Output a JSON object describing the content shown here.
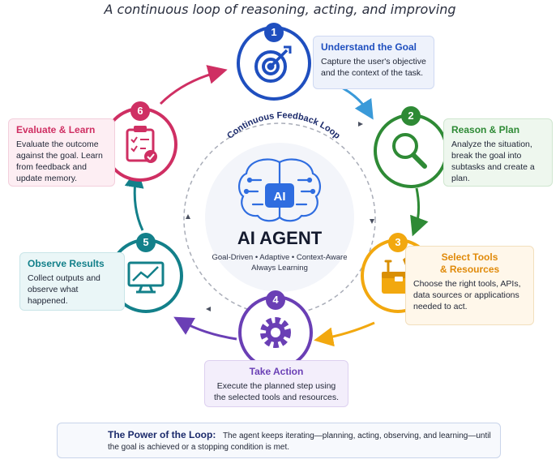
{
  "header": {
    "subtitle": "A continuous loop of reasoning, acting, and improving"
  },
  "center": {
    "loop_label": "Continuous Feedback Loop",
    "chip_text": "AI",
    "title": "AI AGENT",
    "tagline_1": "Goal-Driven • Adaptive • Context-Aware",
    "tagline_2": "Always Learning"
  },
  "steps": [
    {
      "number": "1",
      "title": "Understand the Goal",
      "description": "Capture the user's objective and the context of the task.",
      "color": "#1f4fbf",
      "icon": "target-icon"
    },
    {
      "number": "2",
      "title": "Reason & Plan",
      "description": "Analyze the situation, break the goal into subtasks and create a plan.",
      "color": "#2e8a35",
      "icon": "magnifier-icon"
    },
    {
      "number": "3",
      "title_line_1": "Select Tools",
      "title_line_2": "& Resources",
      "description": "Choose the right tools, APIs, data sources or applications needed to act.",
      "color": "#f2a80f",
      "icon": "toolbox-icon"
    },
    {
      "number": "4",
      "title": "Take Action",
      "description": "Execute the planned step using the selected tools and resources.",
      "color": "#6a3fb5",
      "icon": "gear-icon"
    },
    {
      "number": "5",
      "title": "Observe Results",
      "description": "Collect outputs and observe what happened.",
      "color": "#13808a",
      "icon": "monitor-chart-icon"
    },
    {
      "number": "6",
      "title": "Evaluate & Learn",
      "description": "Evaluate the outcome against the goal. Learn from feedback and update memory.",
      "color": "#cf2f63",
      "icon": "clipboard-check-icon"
    }
  ],
  "footer": {
    "title": "The Power of the Loop:",
    "text": "The agent keeps iterating—planning, acting, observing, and learning—until the goal is achieved or a stopping condition is met.",
    "icon": "refresh-icon"
  }
}
